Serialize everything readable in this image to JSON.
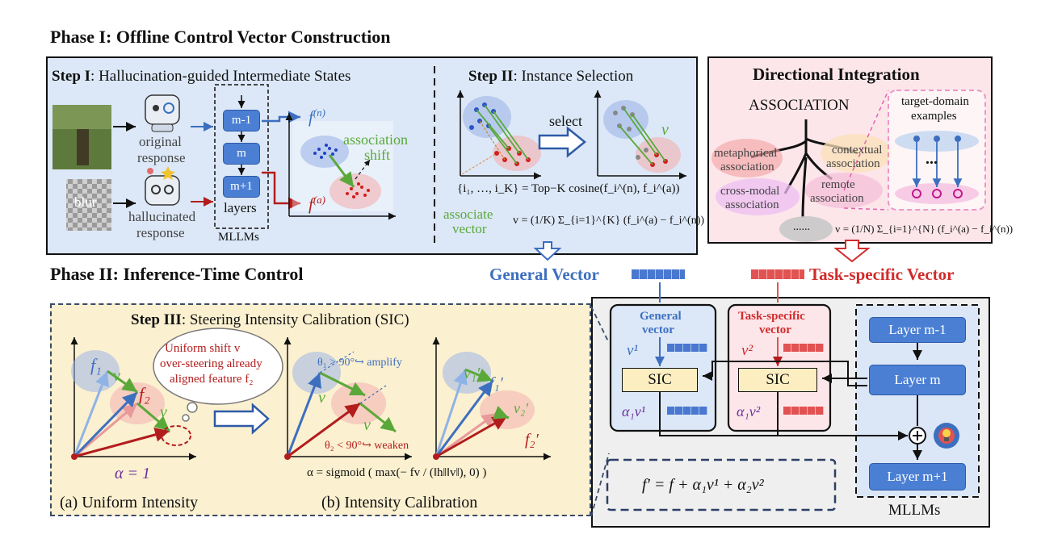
{
  "phase1": {
    "title": "Phase I: Offline Control Vector Construction"
  },
  "phase2": {
    "title": "Phase II: Inference-Time Control"
  },
  "step1": {
    "title_bold": "Step I",
    "title_rest": ": Hallucination-guided Intermediate States",
    "blur_label": "blur",
    "original_label": "original response",
    "original_line1": "original",
    "original_line2": "response",
    "halluc_line1": "hallucinated",
    "halluc_line2": "response",
    "layers": [
      "m-1",
      "m",
      "m+1"
    ],
    "layers_caption": "layers",
    "mllms_caption": "MLLMs",
    "fn": "f",
    "fn_sup": "(n)",
    "fa": "f",
    "fa_sup": "(a)",
    "shift_line1": "association",
    "shift_line2": "shift"
  },
  "step2": {
    "title_bold": "Step II",
    "title_rest": ": Instance Selection",
    "select": "select",
    "v": "v",
    "topk": "{i₁, …, i_K} = Top−K cosine(f_i^(n), f_i^(a))",
    "assoc_line1": "associate",
    "assoc_line2": "vector",
    "formula": "v = (1/K) Σ_{i=1}^{K} (f_i^(a) − f_i^(n))"
  },
  "directional": {
    "title": "Directional Integration",
    "root": "ASSOCIATION",
    "metaphorical": [
      "metaphorical",
      "association"
    ],
    "contextual": [
      "contextual",
      "association"
    ],
    "crossmodal": [
      "cross-modal",
      "association"
    ],
    "remote": [
      "remote",
      "association"
    ],
    "ellipsis": "......",
    "target": [
      "target-domain",
      "examples"
    ],
    "dots": "...",
    "formula": "v = (1/N) Σ_{i=1}^{N} (f_i^(a) − f_i^(n))"
  },
  "vectors": {
    "general": "General Vector",
    "task": "Task-specific Vector"
  },
  "step3": {
    "title_bold": "Step III",
    "title_rest": ": Steering Intensity Calibration (SIC)",
    "cloud": [
      "Uniform shift v",
      "over-steering already",
      "aligned feature f₂"
    ],
    "f1": "f₁",
    "f2": "f₂",
    "v": "v",
    "alpha_eq": "α = 1",
    "theta1": "θ₁ > 90°↪ amplify",
    "theta2": "θ₂ < 90°↪ weaken",
    "alpha_sigmoid": "α = sigmoid ( max(− fv / (‖h‖‖v‖), 0) )",
    "v1p": "v₁′",
    "f1p": "f₁′",
    "v2p": "v₂′",
    "f2p": "f₂′",
    "caption_a": "(a) Uniform Intensity",
    "caption_b": "(b) Intensity Calibration"
  },
  "inference": {
    "general_line1": "General",
    "general_line2": "vector",
    "task_line1": "Task-specific",
    "task_line2": "vector",
    "v1": "v¹",
    "v2": "v²",
    "sic": "SIC",
    "a1v1": "α₁v¹",
    "a1v2": "α₁v²",
    "layers": [
      "Layer m-1",
      "Layer m",
      "Layer m+1"
    ],
    "mllms": "MLLMs",
    "fprime": "f′ = f + α₁v¹ + α₂v²"
  },
  "colors": {
    "blue_panel": "#dce8f7",
    "pink_panel": "#fce6ea",
    "yellow_panel": "#fbf0d0",
    "gray_panel": "#efefef",
    "accent_blue": "#3d6fbf",
    "accent_red": "#d22b2b",
    "green": "#5aa83a"
  }
}
